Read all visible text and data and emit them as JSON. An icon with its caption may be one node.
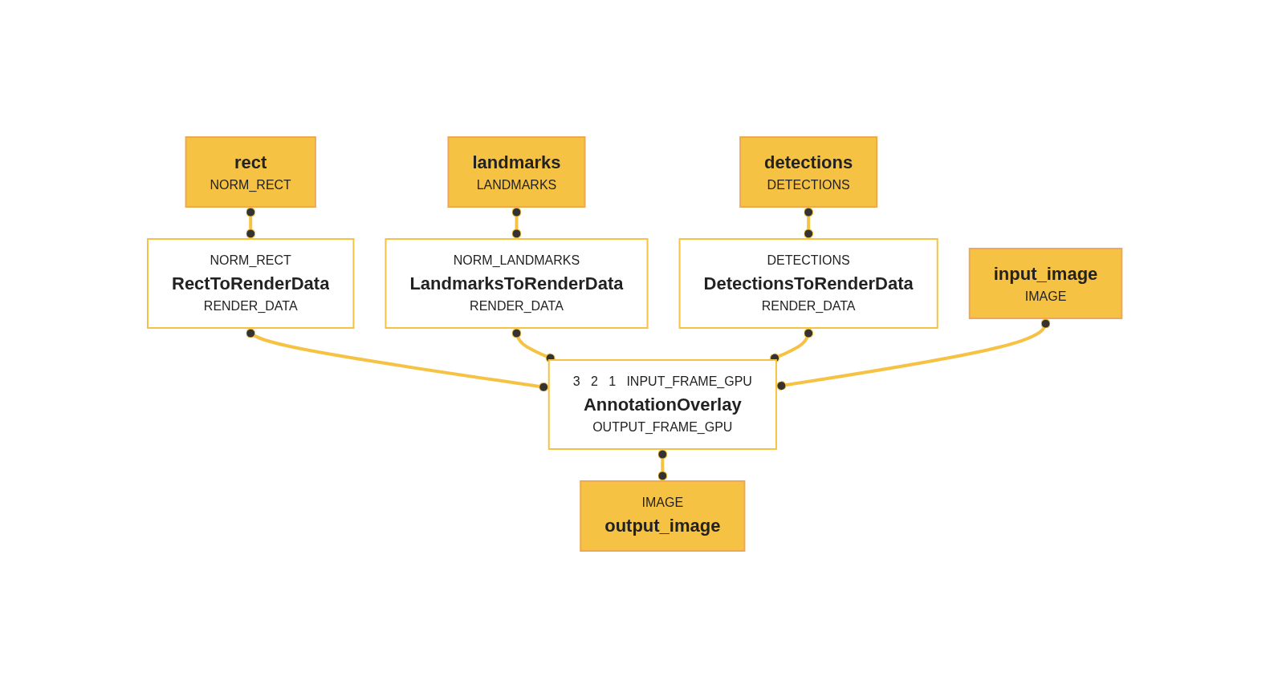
{
  "diagram": {
    "nodes": [
      {
        "text": [
          "rect",
          "NORM_RECT"
        ]
      },
      {
        "text": [
          "landmarks",
          "LANDMARKS"
        ]
      },
      {
        "text": [
          "detections",
          "DETECTIONS"
        ]
      },
      {
        "text": [
          "NORM_RECT",
          "RectToRenderData",
          "RENDER_DATA"
        ]
      },
      {
        "text": [
          "NORM_LANDMARKS",
          "LandmarksToRenderData",
          "RENDER_DATA"
        ]
      },
      {
        "text": [
          "DETECTIONS",
          "DetectionsToRenderData",
          "RENDER_DATA"
        ]
      },
      {
        "text": [
          "input_image",
          "IMAGE"
        ]
      },
      {
        "text": [
          "3",
          "2",
          "1",
          "INPUT_FRAME_GPU",
          "AnnotationOverlay",
          "OUTPUT_FRAME_GPU"
        ]
      },
      {
        "text": [
          "IMAGE",
          "output_image"
        ]
      }
    ],
    "edges": [
      {
        "from": 0,
        "to": 3,
        "arrow": "other"
      },
      {
        "from": 1,
        "to": 4,
        "arrow": "other"
      },
      {
        "from": 2,
        "to": 5,
        "arrow": "other"
      },
      {
        "from": 3,
        "to": 7,
        "arrow": "other"
      },
      {
        "from": 4,
        "to": 7,
        "arrow": "other"
      },
      {
        "from": 5,
        "to": 7,
        "arrow": "other"
      },
      {
        "from": 6,
        "to": 7,
        "arrow": "other"
      },
      {
        "from": 7,
        "to": 8,
        "arrow": "other"
      }
    ]
  }
}
